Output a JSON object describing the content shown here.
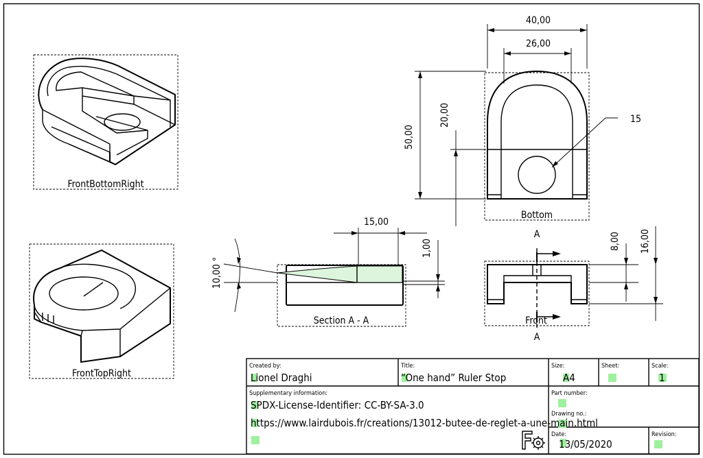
{
  "views": {
    "front_bottom_right": "FrontBottomRight",
    "front_top_right": "FrontTopRight",
    "bottom": "Bottom",
    "section": "Section A - A",
    "front": "Front",
    "section_marker_top": "A",
    "section_marker_bottom": "A"
  },
  "dimensions": {
    "width_40": "40,00",
    "width_26": "26,00",
    "height_50": "50,00",
    "height_20": "20,00",
    "hole_15": "15",
    "section_15": "15,00",
    "section_1": "1,00",
    "angle_10": "10,00 °",
    "front_8": "8,00",
    "front_16": "16,00"
  },
  "title_block": {
    "created_by_label": "Created by:",
    "created_by": "Lionel Draghi",
    "title_label": "Title:",
    "title": "“One hand” Ruler Stop",
    "size_label": "Size:",
    "size": "A4",
    "sheet_label": "Sheet:",
    "scale_label": "Scale:",
    "scale": "1",
    "supplementary_label": "Supplementary information:",
    "license": "SPDX-License-Identifier: CC-BY-SA-3.0",
    "url": "https://www.lairdubois.fr/creations/13012-butee-de-reglet-a-une-main.html",
    "part_number_label": "Part number:",
    "drawing_no_label": "Drawing no.:",
    "date_label": "Date:",
    "date": "13/05/2020",
    "revision_label": "Revision:"
  },
  "colors": {
    "field_highlight": "#9ff09f",
    "hatch": "#ddf5dd",
    "line": "#000000"
  },
  "icons": [
    "gear-icon"
  ]
}
